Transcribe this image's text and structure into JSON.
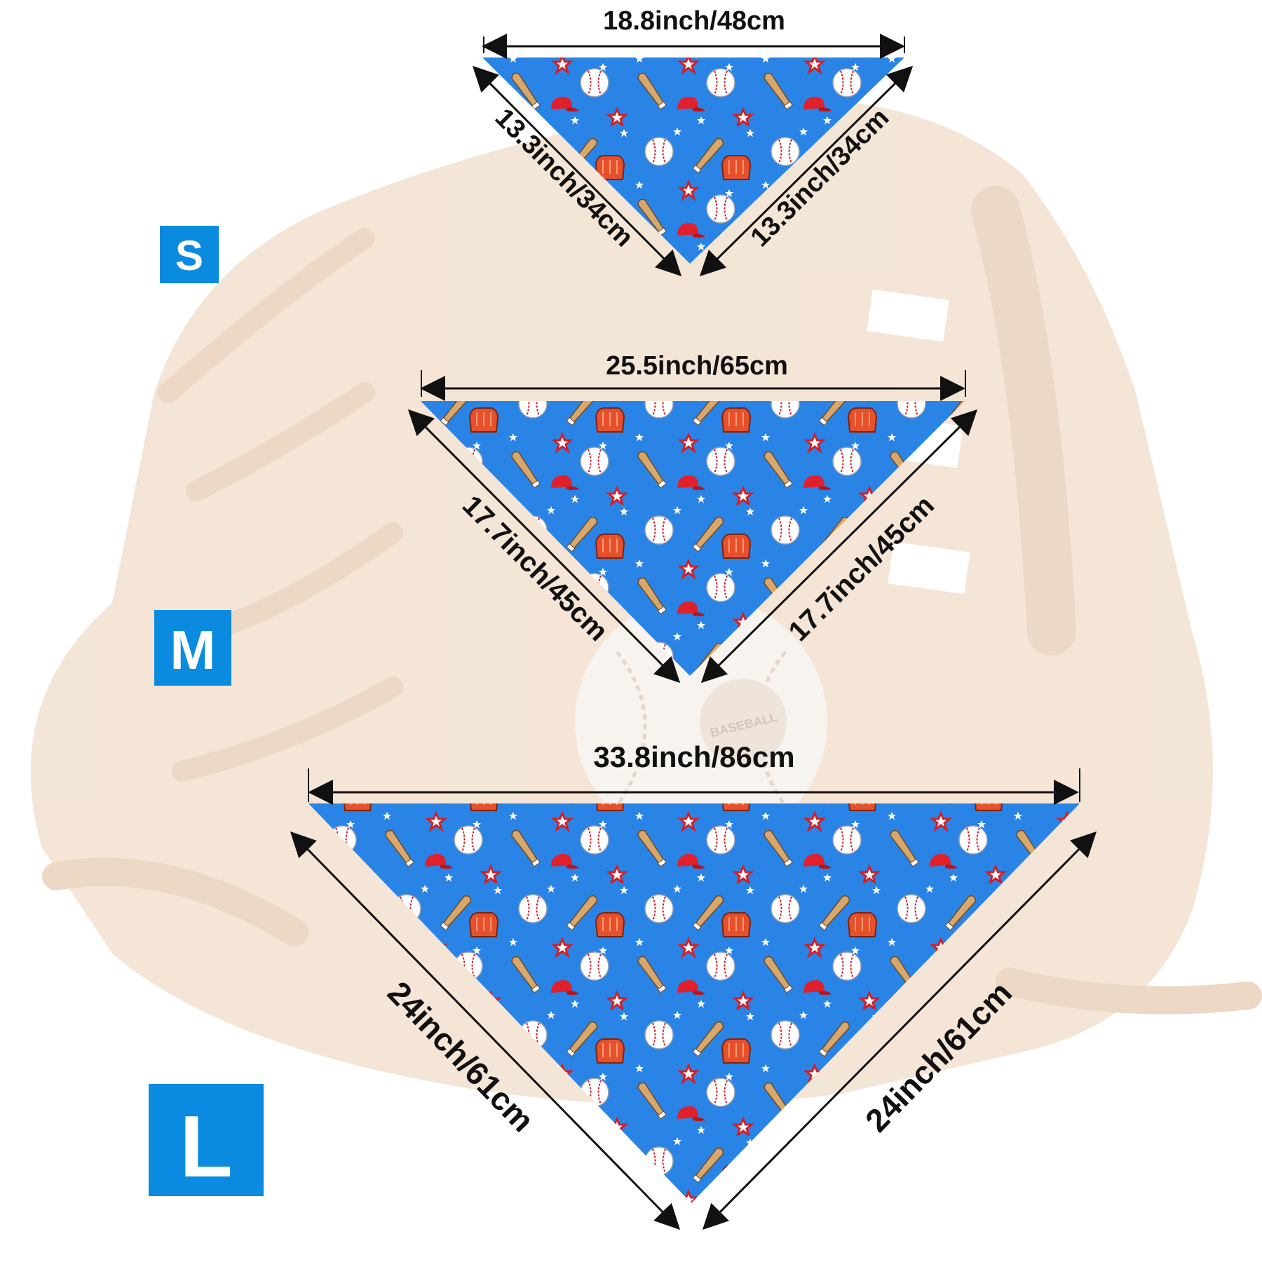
{
  "sizes": [
    {
      "label": "S",
      "top_width": "18.8inch/48cm",
      "left_side": "13.3inch/34cm",
      "right_side": "13.3inch/34cm"
    },
    {
      "label": "M",
      "top_width": "25.5inch/65cm",
      "left_side": "17.7inch/45cm",
      "right_side": "17.7inch/45cm"
    },
    {
      "label": "L",
      "top_width": "33.8inch/86cm",
      "left_side": "24inch/61cm",
      "right_side": "24inch/61cm"
    }
  ],
  "background_watermark": "BASEBALL",
  "colors": {
    "badge_blue": "#0b8be0",
    "fabric_blue": "#2a84e6",
    "glove_tan": "#f3e3d3",
    "dimension_ink": "#111111"
  },
  "icons": [
    "baseball-icon",
    "baseball-bat-icon",
    "baseball-glove-icon",
    "star-icon",
    "baseball-cap-icon",
    "sneaker-icon"
  ]
}
